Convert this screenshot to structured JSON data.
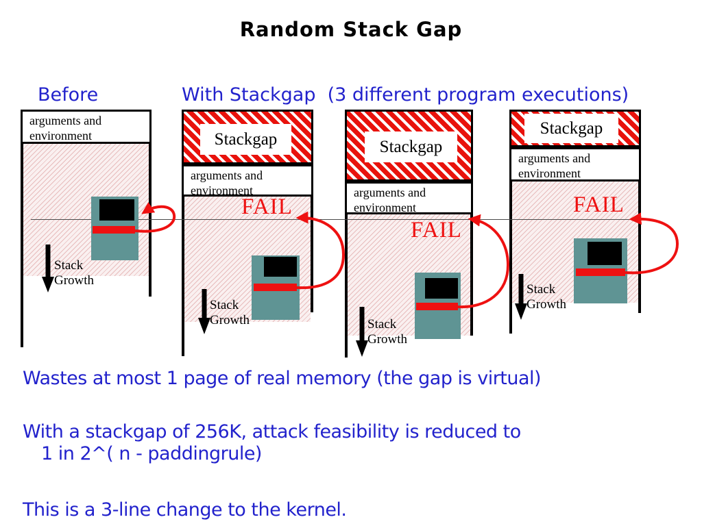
{
  "title": "Random Stack Gap",
  "headers": {
    "before": "Before",
    "with_stackgap": "With Stackgap  (3 different program executions)"
  },
  "columns": [
    {
      "name": "before",
      "args_line1": "arguments and",
      "args_line2": "environment",
      "stack_label": "Stack",
      "growth_label": "Growth"
    },
    {
      "name": "stackgap-execution-1",
      "stackgap_label": "Stackgap",
      "args_line1": "arguments and",
      "args_line2": "environment",
      "fail_label": "FAIL",
      "stack_label": "Stack",
      "growth_label": "Growth"
    },
    {
      "name": "stackgap-execution-2",
      "stackgap_label": "Stackgap",
      "args_line1": "arguments and",
      "args_line2": "environment",
      "fail_label": "FAIL",
      "stack_label": "Stack",
      "growth_label": "Growth"
    },
    {
      "name": "stackgap-execution-3",
      "stackgap_label": "Stackgap",
      "args_line1": "arguments and",
      "args_line2": "environment",
      "fail_label": "FAIL",
      "stack_label": "Stack",
      "growth_label": "Growth"
    }
  ],
  "notes": {
    "line1": "Wastes at most 1 page of real memory (the gap is virtual)",
    "line2a": "With a stackgap of 256K, attack feasibility is reduced to",
    "line2b": "1 in 2^( n - paddingrule)",
    "line3": "This is a 3-line change to the kernel."
  },
  "colors": {
    "heading_blue": "#2222cc",
    "fail_red": "#ee1111",
    "stackgap_hatch_red": "#e8120c",
    "computer_teal": "#5f9494",
    "stack_hatch_pink": "#e7bcbc"
  }
}
